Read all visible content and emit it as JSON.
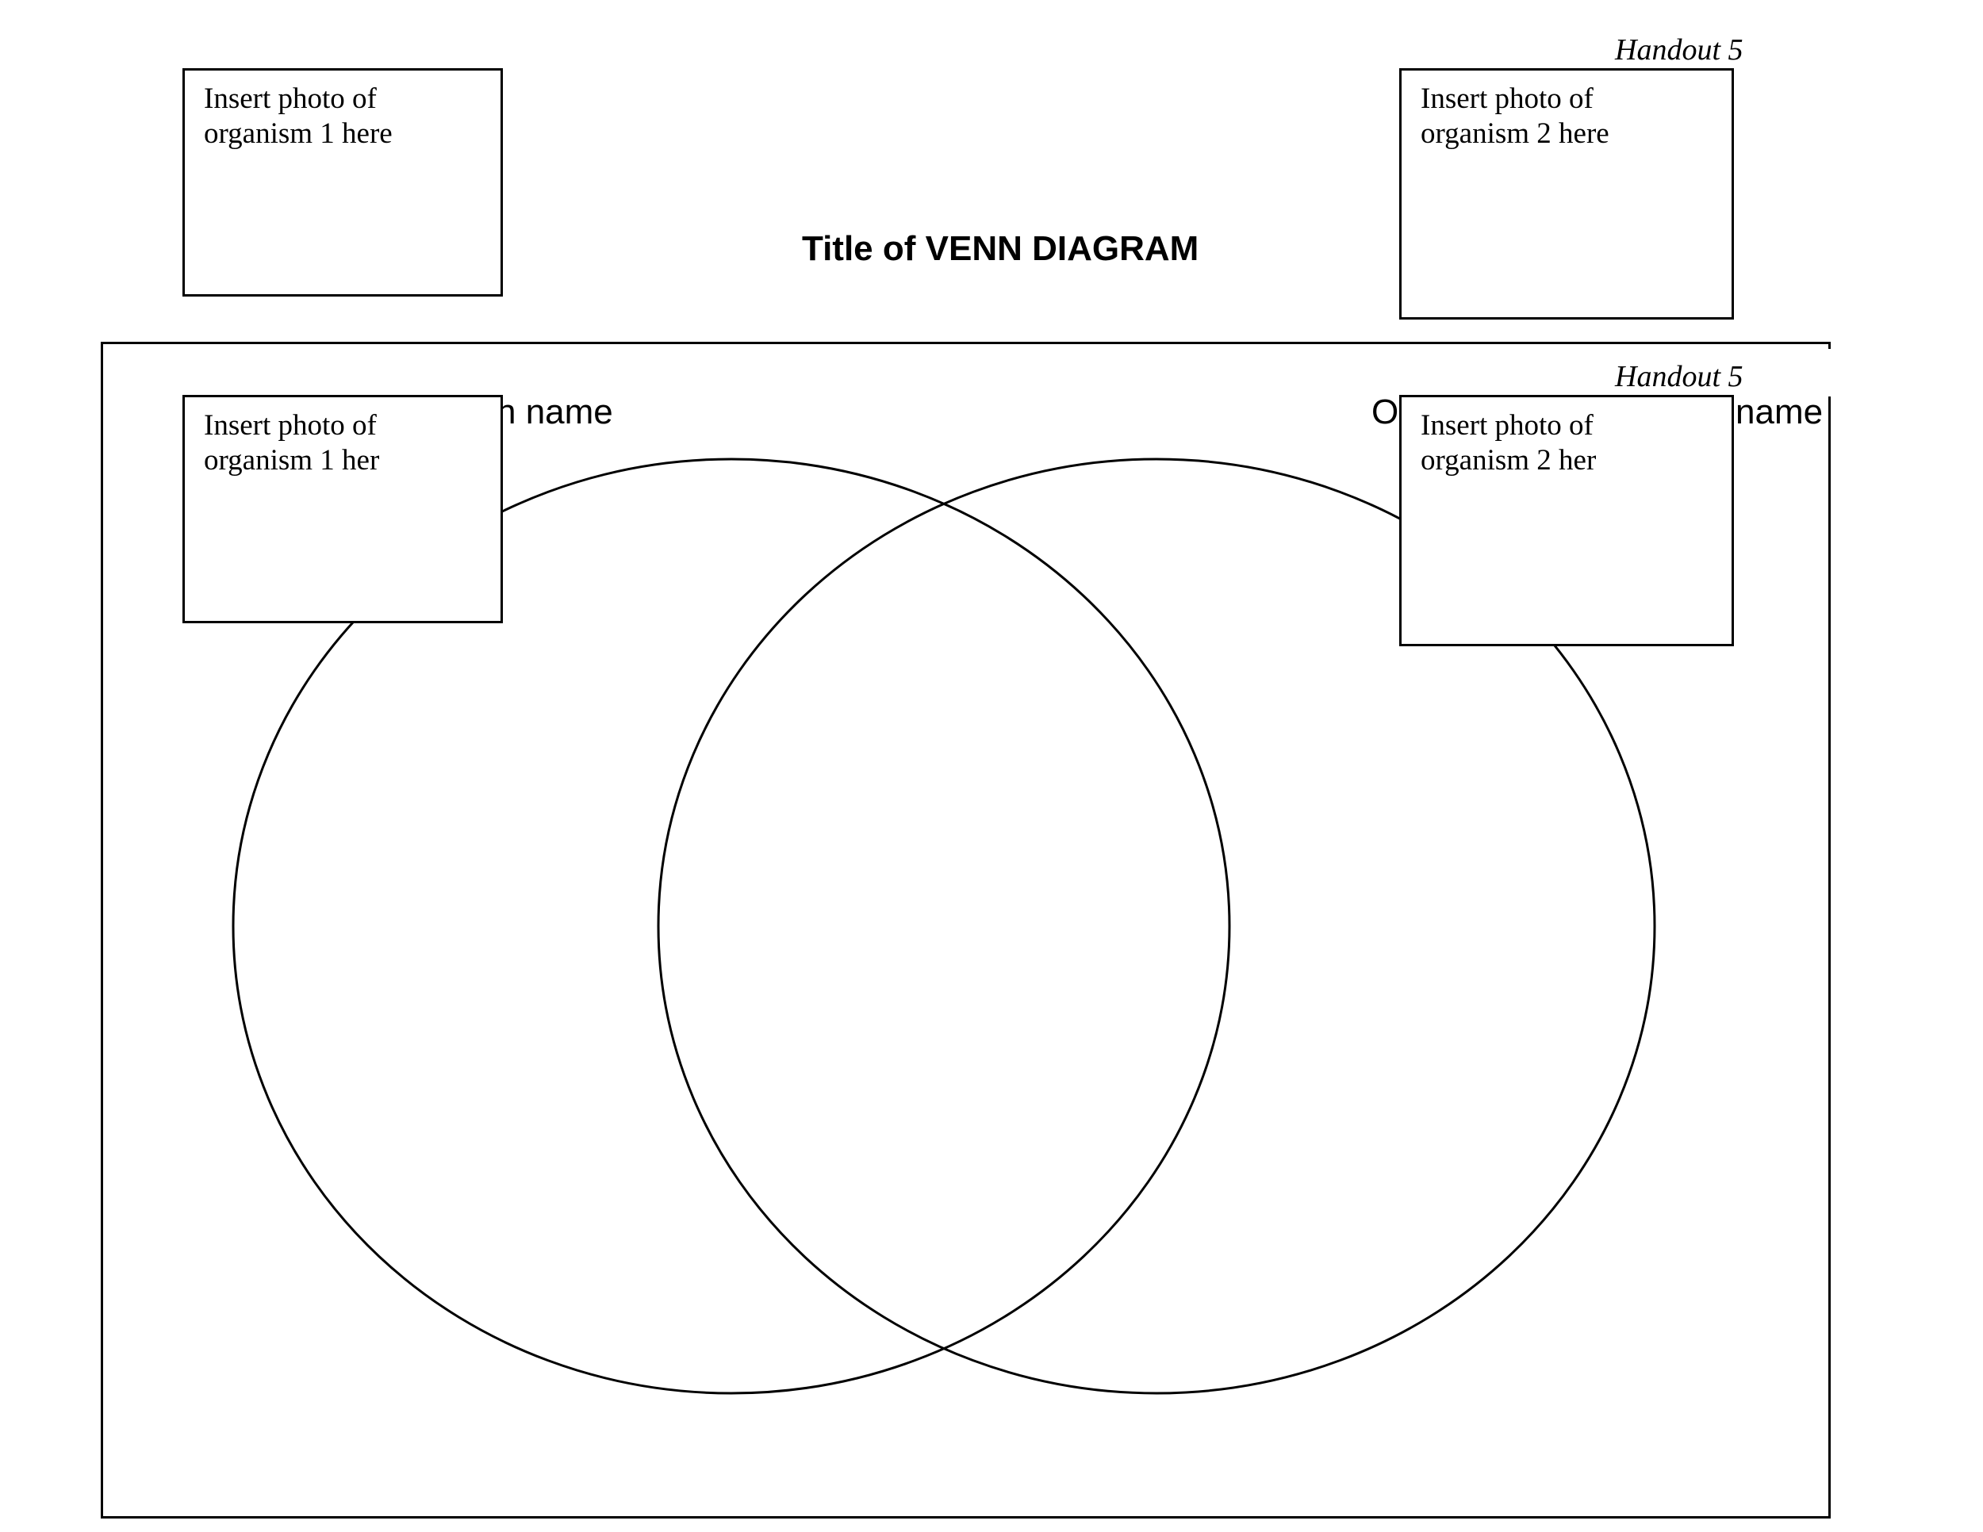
{
  "handout_label": "Handout 5",
  "title": "Title of VENN DIAGRAM",
  "photo_box_1": {
    "line1": "Insert photo of",
    "line2": "organism 1 here"
  },
  "photo_box_2": {
    "line1": "Insert photo of",
    "line2": "organism 2 here"
  },
  "photo_box_1_overlay": {
    "line1": "Insert photo of",
    "line2": "organism 1 her"
  },
  "photo_box_2_overlay": {
    "line1": "Insert photo of",
    "line2": "organism 2 her"
  },
  "organism_1_name_partial": "n name",
  "organism_2_name_partial_left": "O",
  "organism_2_name_partial_right": "name",
  "colors": {
    "line": "#000000",
    "background": "#ffffff"
  }
}
